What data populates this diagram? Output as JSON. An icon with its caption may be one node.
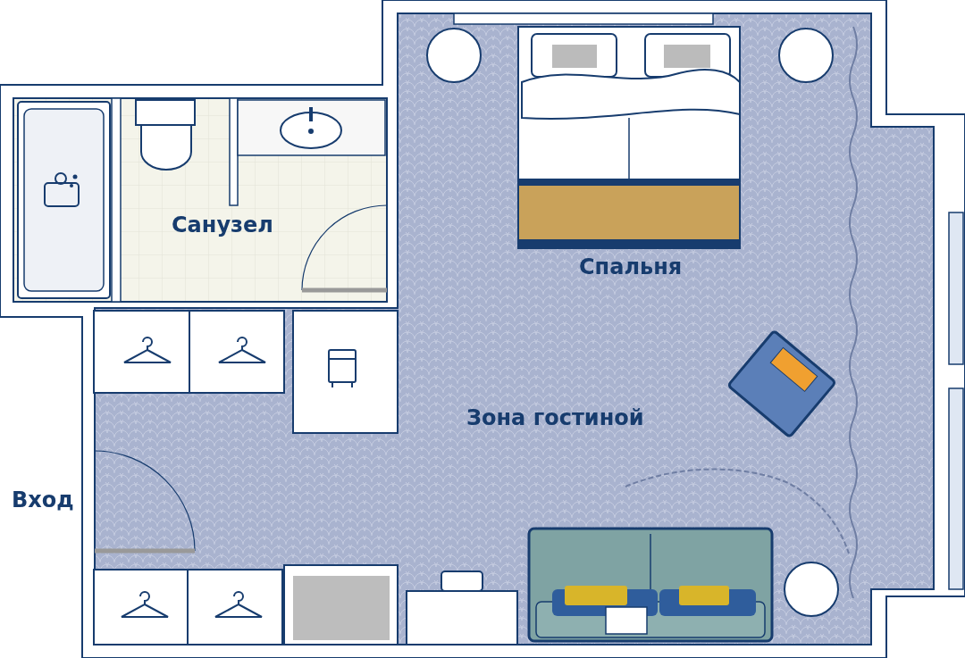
{
  "diagram": {
    "labels": [
      "Санузел",
      "Спальня",
      "Зона гостиной",
      "Вход"
    ]
  }
}
